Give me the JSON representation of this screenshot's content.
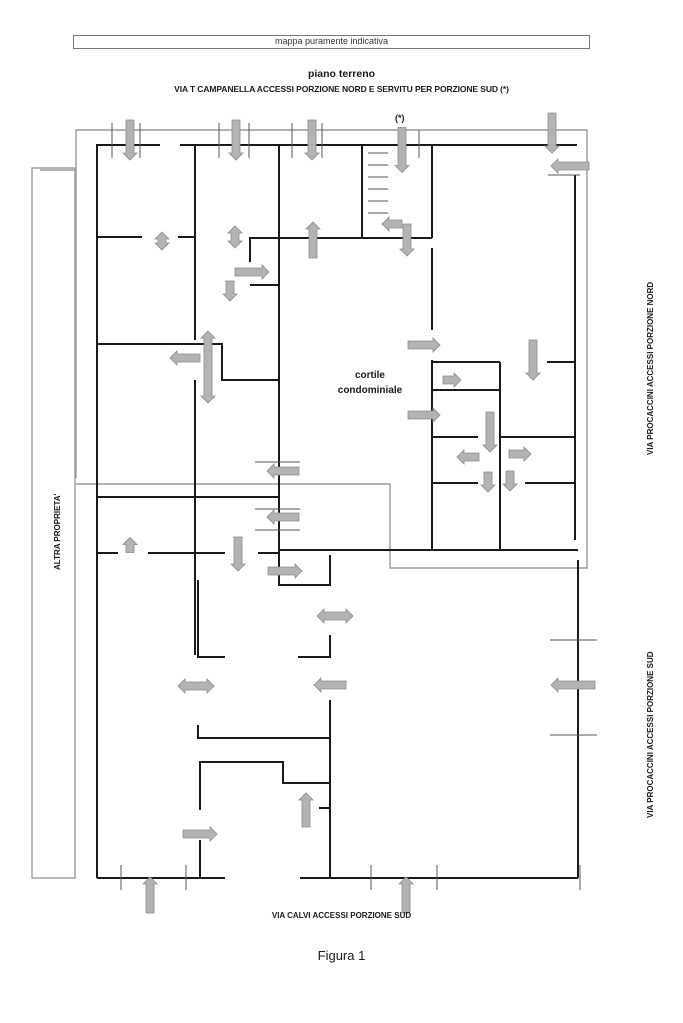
{
  "header": {
    "notice": "mappa puramente indicativa",
    "plan_title": "piano terreno",
    "north_street": "VIA T CAMPANELLA ACCESSI PORZIONE NORD  E SERVITU PER PORZIONE SUD (*)"
  },
  "labels": {
    "east_north_street": "VIA PROCACCINI  ACCESSI PORZIONE NORD",
    "east_south_street": "VIA PROCACCINI  ACCESSI PORZIONE SUD",
    "west_neighbor": "ALTRA PROPRIETA'",
    "courtyard_line1": "cortile",
    "courtyard_line2": "condominiale",
    "servitude_marker": "(*)",
    "south_street": "VIA CALVI ACCESSI PORZIONE SUD"
  },
  "caption": "Figura 1",
  "colors": {
    "walls": "#1a1a1a",
    "arrows_fill": "#b3b3b3",
    "outline": "#999999"
  },
  "arrows": [
    {
      "id": "north-entrance-1",
      "direction": "down"
    },
    {
      "id": "north-entrance-2",
      "direction": "down"
    },
    {
      "id": "north-entrance-3",
      "direction": "down"
    },
    {
      "id": "north-servitude-entrance",
      "direction": "down"
    },
    {
      "id": "northeast-entrance",
      "direction": "down"
    },
    {
      "id": "east-north-entrance",
      "direction": "left"
    },
    {
      "id": "room-a-passage",
      "direction": "up-down"
    },
    {
      "id": "room-b-passage",
      "direction": "up-down"
    },
    {
      "id": "hall-up",
      "direction": "up"
    },
    {
      "id": "hall-right",
      "direction": "right"
    },
    {
      "id": "hall-down",
      "direction": "down"
    },
    {
      "id": "stair-left",
      "direction": "left"
    },
    {
      "id": "stair-down",
      "direction": "down"
    },
    {
      "id": "corridor-vertical",
      "direction": "up-down"
    },
    {
      "id": "corridor-left",
      "direction": "left"
    },
    {
      "id": "courtyard-right-1",
      "direction": "right"
    },
    {
      "id": "courtyard-right-2",
      "direction": "right"
    },
    {
      "id": "east-unit-down",
      "direction": "down"
    },
    {
      "id": "east-unit-turn",
      "direction": "right"
    },
    {
      "id": "hub-down",
      "direction": "down"
    },
    {
      "id": "hub-left",
      "direction": "left"
    },
    {
      "id": "hub-right",
      "direction": "right"
    },
    {
      "id": "hub-down-left",
      "direction": "down"
    },
    {
      "id": "hub-down-right",
      "direction": "down"
    },
    {
      "id": "divider-left-1",
      "direction": "left"
    },
    {
      "id": "divider-left-2",
      "direction": "left"
    },
    {
      "id": "south-room-up",
      "direction": "up"
    },
    {
      "id": "south-corridor-down",
      "direction": "down"
    },
    {
      "id": "south-corridor-right",
      "direction": "right"
    },
    {
      "id": "south-hall-both-1",
      "direction": "left-right"
    },
    {
      "id": "south-hall-both-2",
      "direction": "left-right"
    },
    {
      "id": "south-hall-left",
      "direction": "left"
    },
    {
      "id": "east-south-entrance",
      "direction": "left"
    },
    {
      "id": "south-inner-up",
      "direction": "up"
    },
    {
      "id": "south-inner-right",
      "direction": "right"
    },
    {
      "id": "south-entrance-1",
      "direction": "up"
    },
    {
      "id": "south-entrance-2",
      "direction": "up"
    }
  ]
}
